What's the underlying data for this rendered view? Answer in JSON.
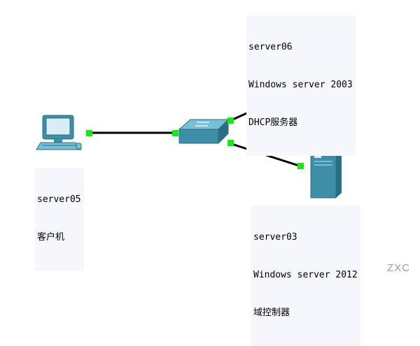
{
  "diagram": {
    "nodes": [
      {
        "id": "server06",
        "type": "server",
        "lines": [
          "server06",
          "Windows server 2003",
          "DHCP服务器"
        ]
      },
      {
        "id": "server05",
        "type": "pc",
        "lines": [
          "server05",
          "客户机"
        ]
      },
      {
        "id": "switch",
        "type": "switch",
        "lines": []
      },
      {
        "id": "server03",
        "type": "server",
        "lines": [
          "server03",
          "Windows server 2012",
          "域控制器"
        ]
      }
    ],
    "links": [
      {
        "from": "server05",
        "to": "switch"
      },
      {
        "from": "switch",
        "to": "server06"
      },
      {
        "from": "switch",
        "to": "server03"
      }
    ],
    "colors": {
      "link": "#000000",
      "port": "#19e619",
      "device": "#3f8ea8",
      "device_dark": "#2b6f86",
      "device_light": "#79bfd3",
      "label_bg": "#f5f7fb"
    }
  },
  "watermark": "ZXC"
}
